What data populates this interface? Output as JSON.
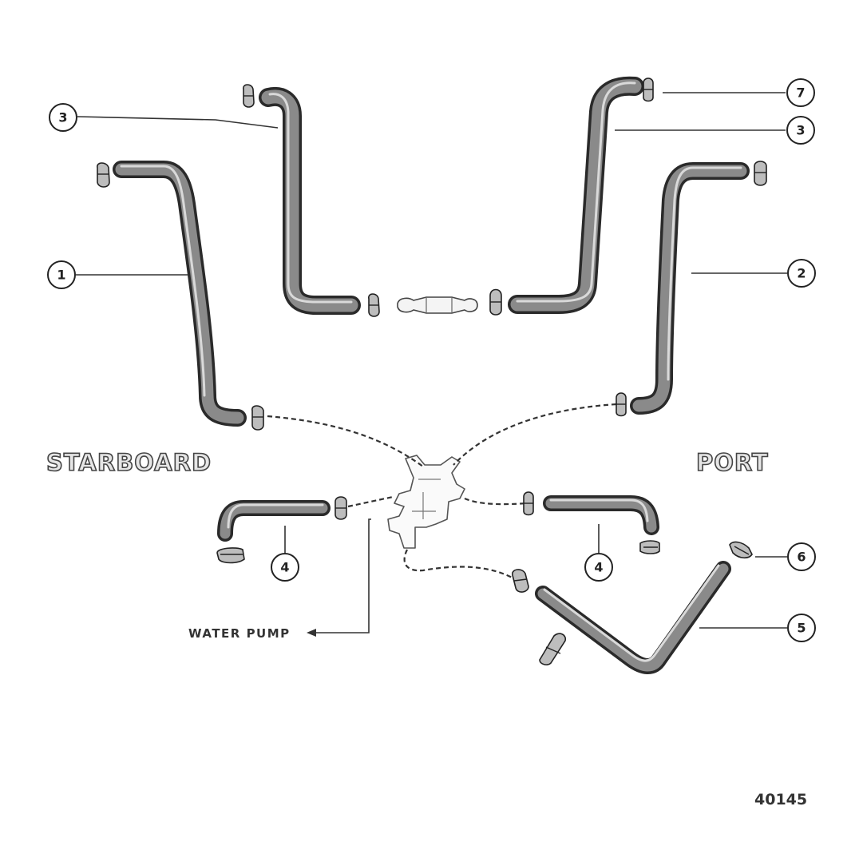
{
  "labels": {
    "starboard": "STARBOARD",
    "port": "PORT",
    "water_pump": "WATER PUMP",
    "figure_number": "40145"
  },
  "callouts": [
    {
      "id": "c3-left",
      "number": "3"
    },
    {
      "id": "c1",
      "number": "1"
    },
    {
      "id": "c7",
      "number": "7"
    },
    {
      "id": "c3-right",
      "number": "3"
    },
    {
      "id": "c2",
      "number": "2"
    },
    {
      "id": "c4-left",
      "number": "4"
    },
    {
      "id": "c4-right",
      "number": "4"
    },
    {
      "id": "c6",
      "number": "6"
    },
    {
      "id": "c5",
      "number": "5"
    }
  ]
}
